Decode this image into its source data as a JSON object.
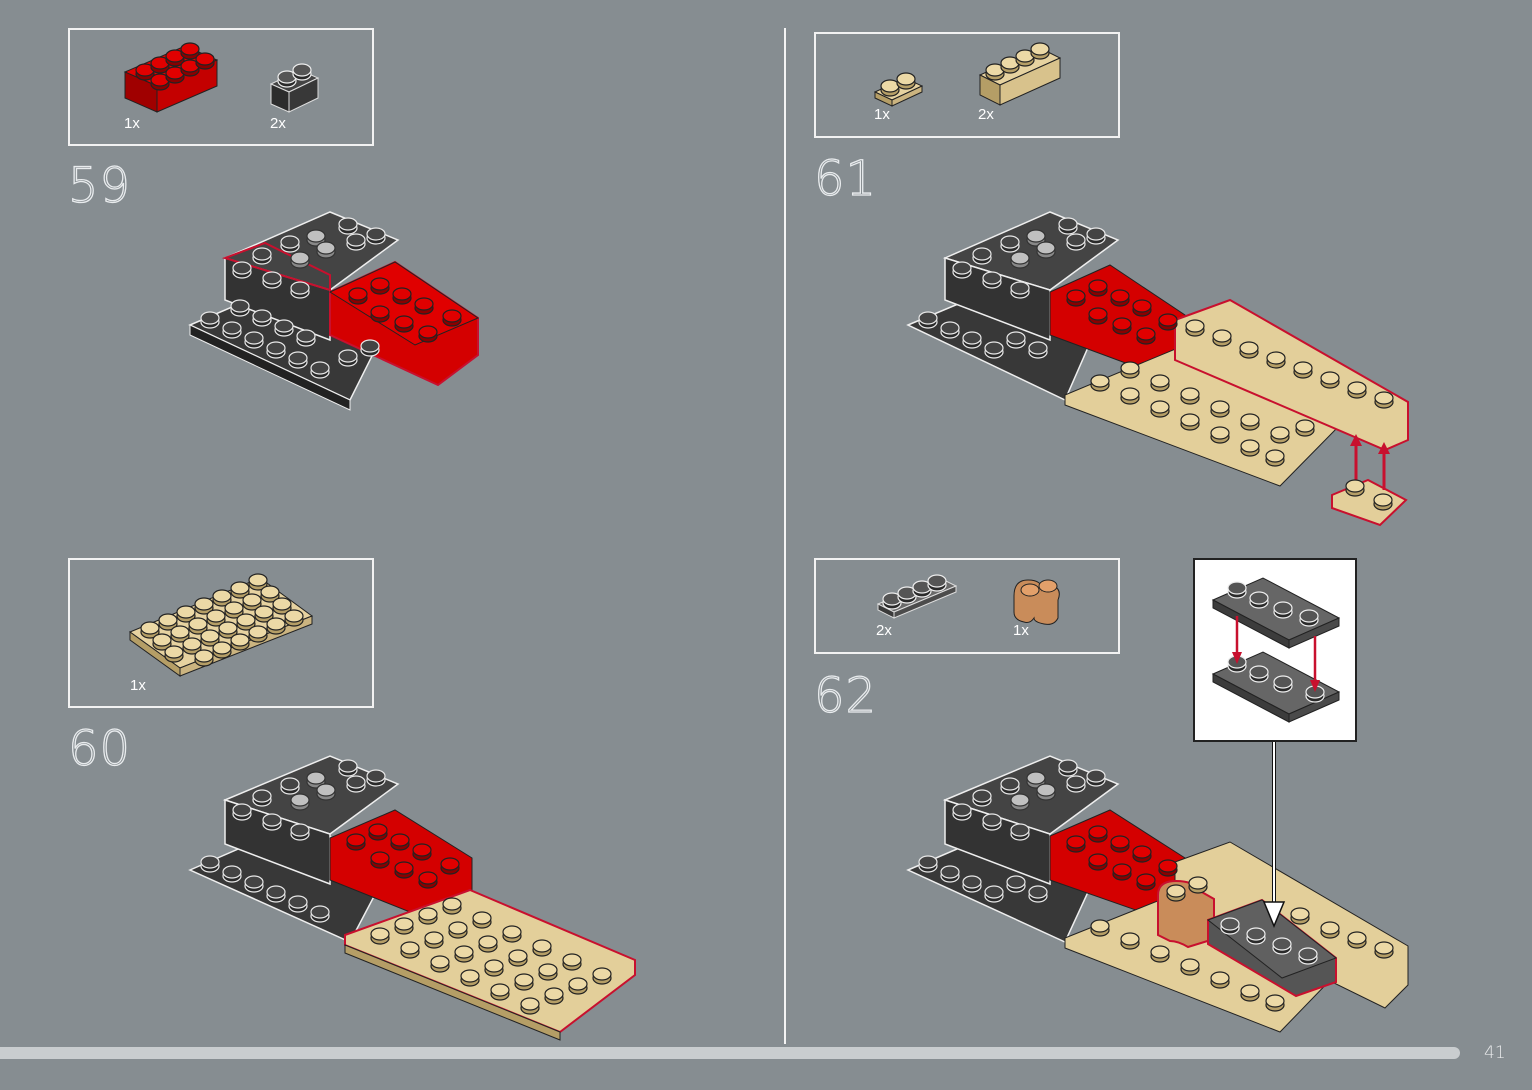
{
  "steps": [
    {
      "number": "59",
      "parts": [
        {
          "qty": "1x"
        },
        {
          "qty": "2x"
        }
      ]
    },
    {
      "number": "60",
      "parts": [
        {
          "qty": "1x"
        }
      ]
    },
    {
      "number": "61",
      "parts": [
        {
          "qty": "1x"
        },
        {
          "qty": "2x"
        }
      ]
    },
    {
      "number": "62",
      "parts": [
        {
          "qty": "2x"
        },
        {
          "qty": "1x"
        }
      ]
    }
  ],
  "page": {
    "number": "41"
  },
  "colors": {
    "background": "#868d91",
    "red": "#d40000",
    "black": "#3b3b3b",
    "tan": "#e3cf9a",
    "light_gray": "#b4b4b4",
    "dark_gray": "#5c5c5c",
    "nougat": "#c98c5a",
    "highlight": "#c8102e"
  }
}
